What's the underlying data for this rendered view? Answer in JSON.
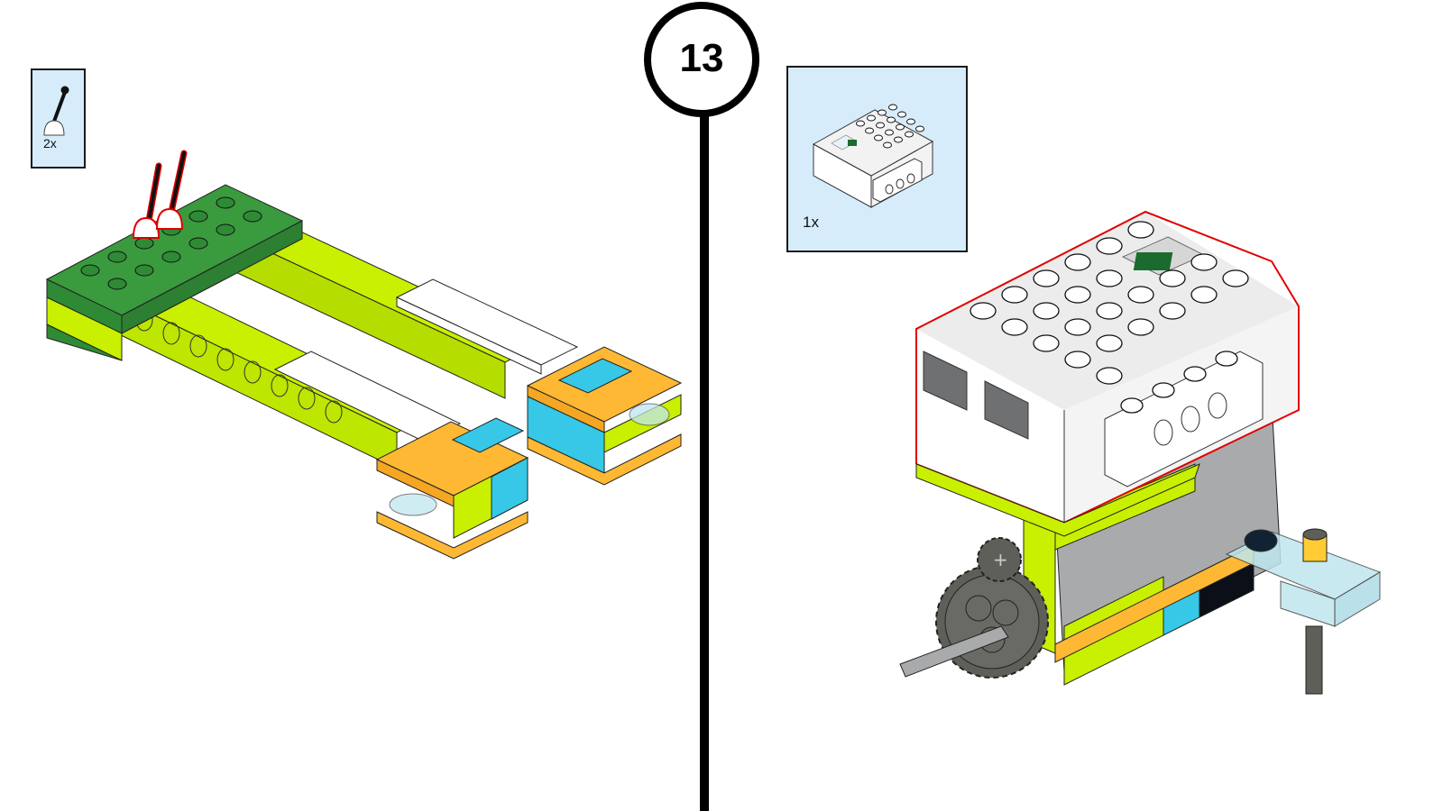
{
  "step": {
    "number": "13"
  },
  "callouts": {
    "left": {
      "quantity": "2x",
      "part": "lever-with-base"
    },
    "right": {
      "quantity": "1x",
      "part": "smarthub"
    }
  },
  "colors": {
    "lime": "#c8f000",
    "dark_green": "#3a9a3e",
    "orange": "#ffb833",
    "azure": "#36c8e6",
    "white": "#ffffff",
    "highlight_outline": "#e00000",
    "trans_clear": "#bfe6ee",
    "dark_gray": "#5f5f5a",
    "light_gray": "#a9aaab",
    "hub_led": "#1b6b2e",
    "callout_bg": "#d6ecfb"
  }
}
